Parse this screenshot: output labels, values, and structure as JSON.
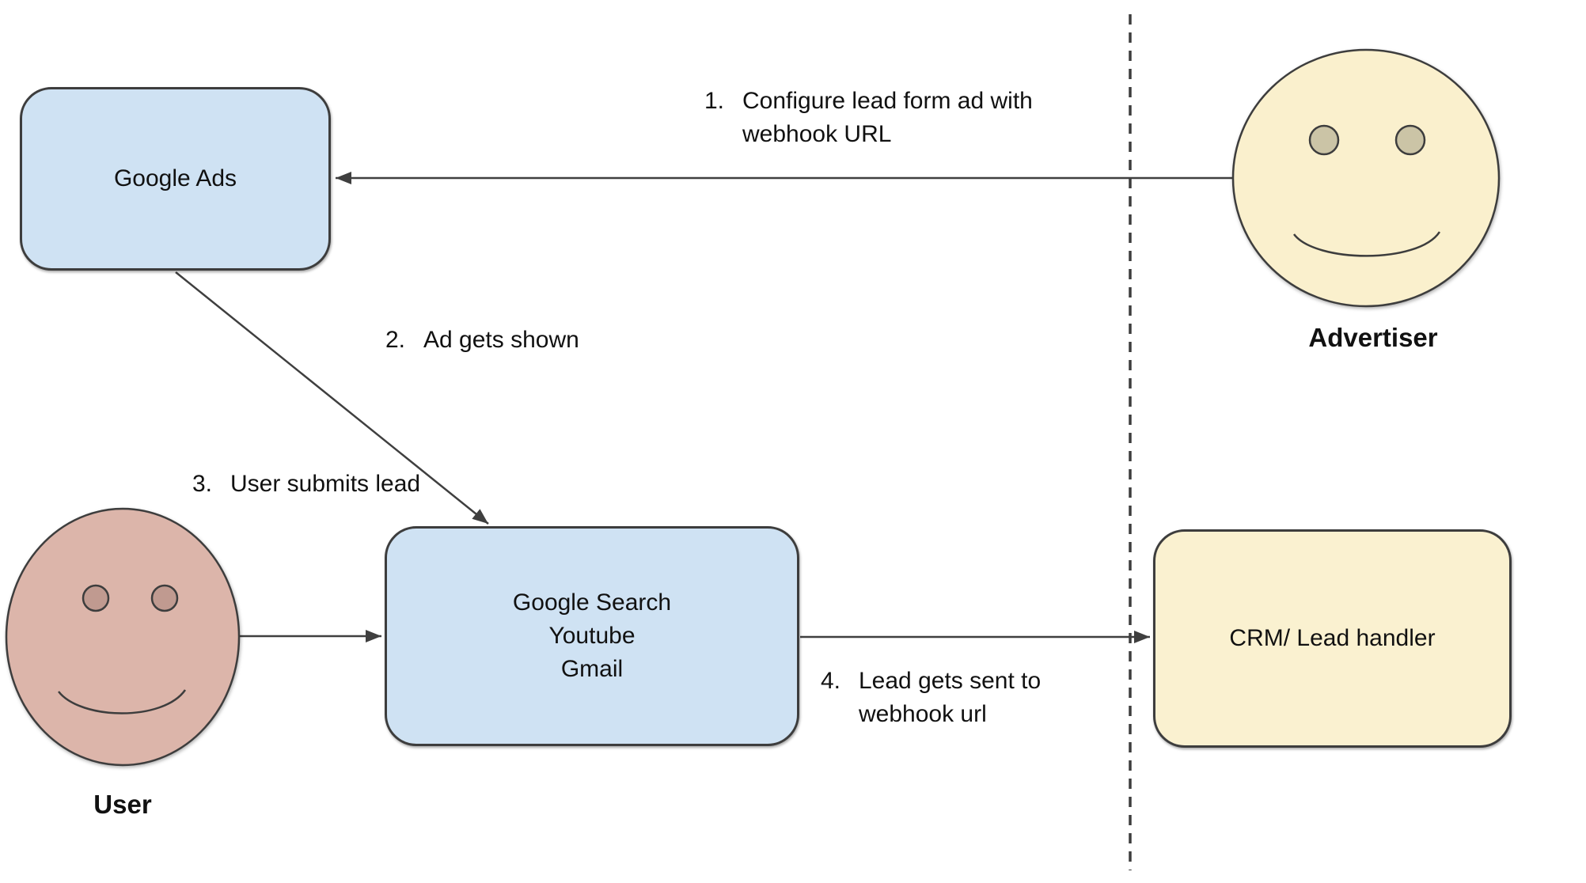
{
  "nodes": {
    "google_ads": {
      "label": "Google Ads"
    },
    "google_surfaces": {
      "line1": "Google Search",
      "line2": "Youtube",
      "line3": "Gmail"
    },
    "crm": {
      "label": "CRM/ Lead handler"
    },
    "advertiser": {
      "label": "Advertiser"
    },
    "user": {
      "label": "User"
    }
  },
  "steps": [
    {
      "number": "1.",
      "line1": "Configure lead form ad with",
      "line2": "webhook URL"
    },
    {
      "number": "2.",
      "line1": "Ad gets shown"
    },
    {
      "number": "3.",
      "line1": "User submits lead"
    },
    {
      "number": "4.",
      "line1": "Lead gets sent to",
      "line2": "webhook url"
    }
  ],
  "colors": {
    "box_blue": "#cfe2f3",
    "box_cream": "#faf1d0",
    "face_cream": "#faf0cd",
    "face_pink": "#dcb5aa",
    "eye_tan": "#cbc4a6",
    "eye_pink": "#c09a90",
    "stroke": "#3d3d3d",
    "text": "#111111"
  }
}
